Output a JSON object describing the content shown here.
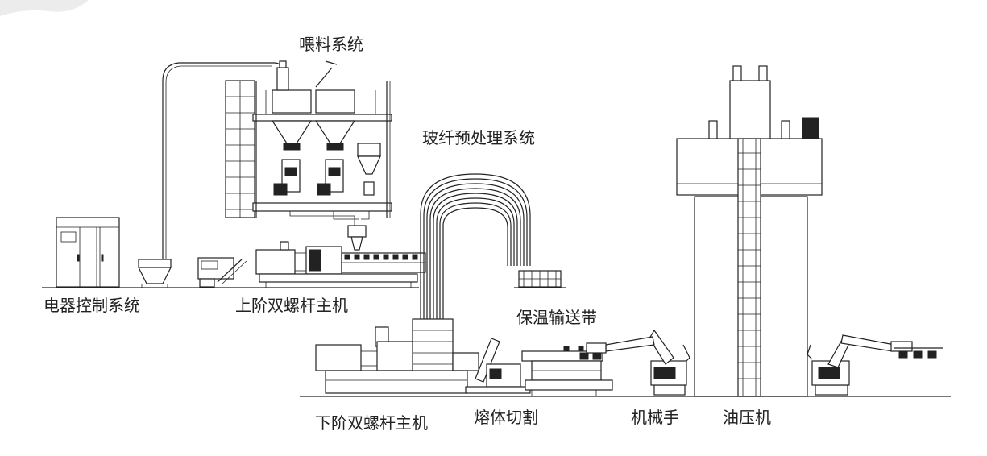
{
  "labels": {
    "feeding_system": "喂料系统",
    "glass_fiber_pretreatment": "玻纤预处理系统",
    "electrical_control": "电器控制系统",
    "upper_twin_screw": "上阶双螺杆主机",
    "insulated_conveyor": "保温输送带",
    "lower_twin_screw": "下阶双螺杆主机",
    "melt_cutting": "熔体切割",
    "robot_arm": "机械手",
    "hydraulic_press": "油压机"
  },
  "colors": {
    "line": "#222222",
    "background": "#ffffff"
  }
}
